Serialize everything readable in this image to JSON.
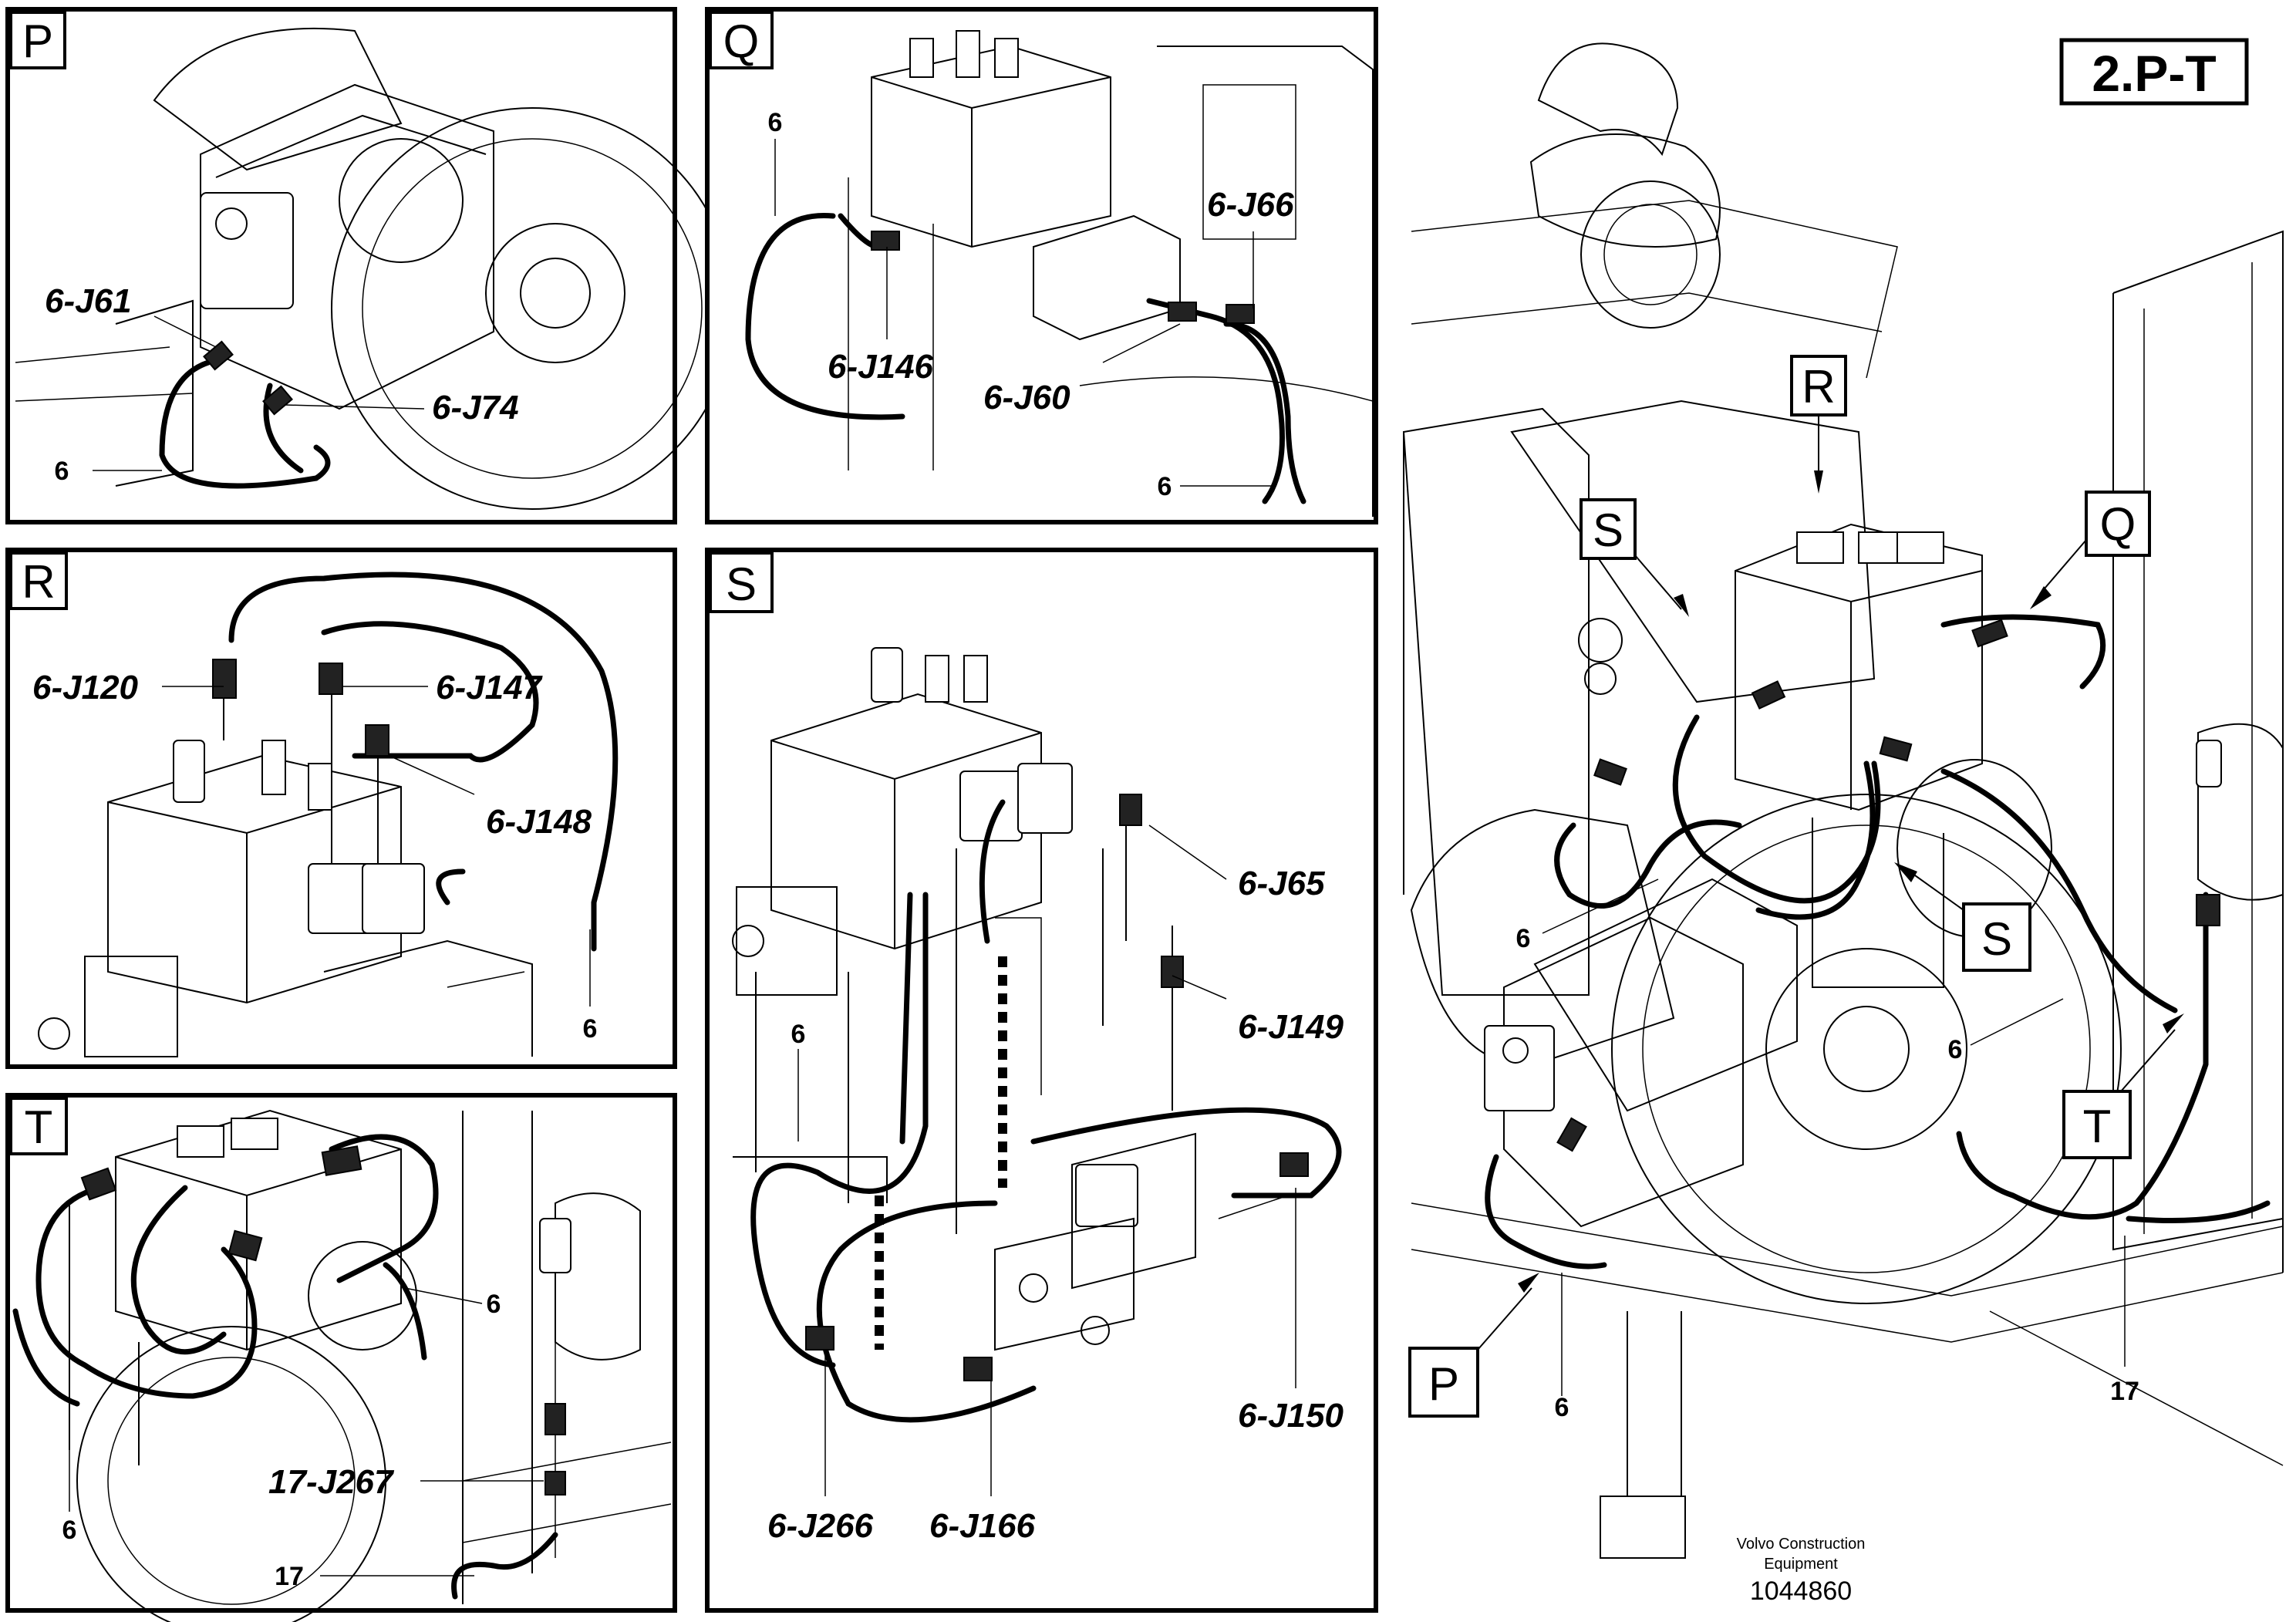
{
  "diagram": {
    "title": "2.P-T",
    "footer": {
      "company_line1": "Volvo Construction",
      "company_line2": "Equipment",
      "doc_number": "1044860"
    },
    "panels": {
      "P": {
        "letter": "P",
        "labels": {
          "j61": "6-J61",
          "j74": "6-J74",
          "harness": "6"
        }
      },
      "Q": {
        "letter": "Q",
        "labels": {
          "harness_top": "6",
          "j66": "6-J66",
          "j146": "6-J146",
          "j60": "6-J60",
          "harness_bottom": "6"
        }
      },
      "R": {
        "letter": "R",
        "labels": {
          "j120": "6-J120",
          "j147": "6-J147",
          "j148": "6-J148",
          "harness": "6"
        }
      },
      "S": {
        "letter": "S",
        "labels": {
          "j65": "6-J65",
          "j149": "6-J149",
          "harness": "6",
          "j150": "6-J150",
          "j266": "6-J266",
          "j166": "6-J166"
        }
      },
      "T": {
        "letter": "T",
        "labels": {
          "harness_right": "6",
          "harness_left": "6",
          "j267": "17-J267",
          "harness_17": "17"
        }
      }
    },
    "overview": {
      "callouts": {
        "R": "R",
        "S_top": "S",
        "Q": "Q",
        "S_bottom": "S",
        "T": "T",
        "P": "P"
      },
      "labels": {
        "harness_left": "6",
        "harness_right": "6",
        "harness_bottom": "6",
        "harness_17": "17"
      }
    }
  }
}
